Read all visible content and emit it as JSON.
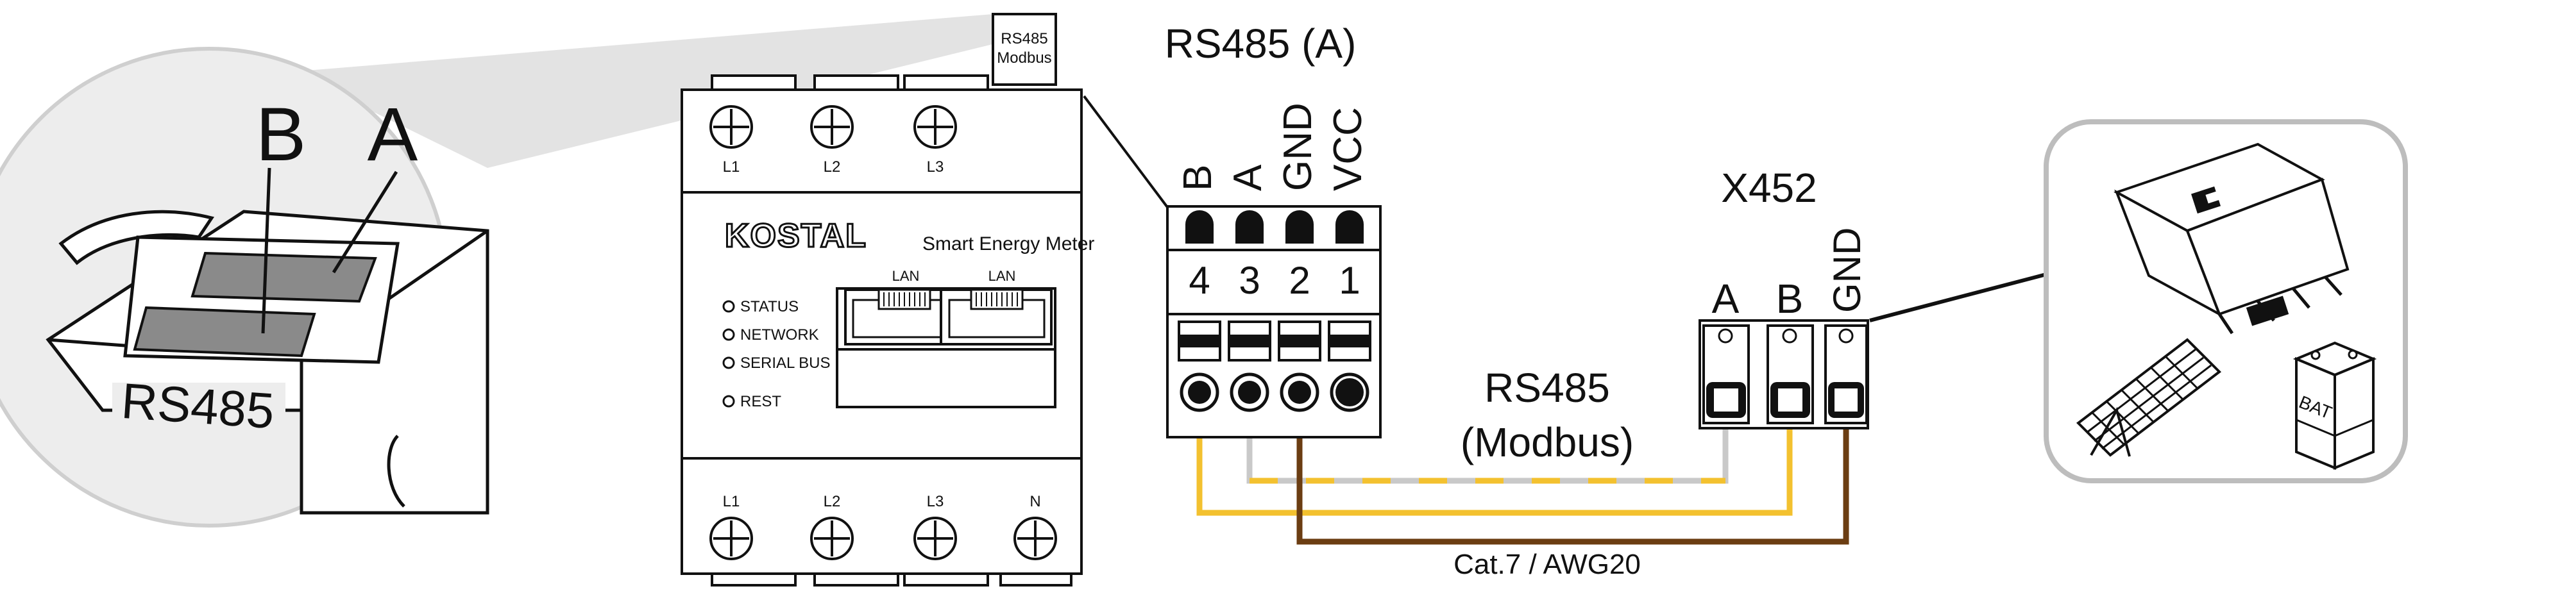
{
  "zoom": {
    "label_b": "B",
    "label_a": "A",
    "port_label": "RS485"
  },
  "meter": {
    "top_tab_line1": "RS485",
    "top_tab_line2": "Modbus",
    "top_terminals": [
      "L1",
      "L2",
      "L3"
    ],
    "bottom_terminals": [
      "L1",
      "L2",
      "L3",
      "N"
    ],
    "brand": "KOSTAL",
    "product": "Smart Energy Meter",
    "lan_labels": [
      "LAN",
      "LAN"
    ],
    "leds": [
      "STATUS",
      "NETWORK",
      "SERIAL BUS",
      "REST"
    ]
  },
  "connector": {
    "title": "RS485 (A)",
    "signals": [
      "B",
      "A",
      "GND",
      "VCC"
    ],
    "pins": [
      "4",
      "3",
      "2",
      "1"
    ]
  },
  "x452": {
    "title": "X452",
    "signals": [
      "A",
      "B",
      "GND"
    ]
  },
  "cable": {
    "label_line1": "RS485",
    "label_line2": "(Modbus)",
    "spec": "Cat.7 / AWG20"
  },
  "system": {
    "battery_label": "BAT"
  },
  "colors": {
    "wire_yellow": "#f3c12f",
    "wire_grey": "#c9c9c9",
    "wire_brown": "#6b3d12",
    "callout_grey": "#e3e3e3",
    "chip_grey": "#8a8a8a"
  }
}
